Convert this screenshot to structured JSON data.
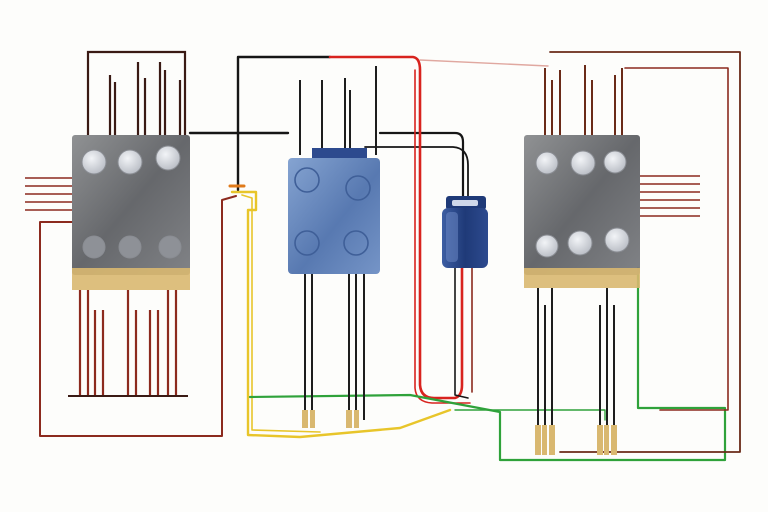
{
  "scene": {
    "background": "#fdfdfb",
    "colors": {
      "block_gray": "#6e7073",
      "block_blue": "#5d7fb6",
      "block_base": "#d9b870",
      "capacitor": "#2d4a8e",
      "wire_black": "#161616",
      "wire_red": "#d8231e",
      "wire_maroon": "#8c2a1e",
      "wire_yellow": "#e8c52a",
      "wire_green": "#2fa23a",
      "wire_brown": "#6a2a18",
      "terminal_light": "#dadde2"
    },
    "components": [
      {
        "kind": "contactor",
        "name": "left-contactor-block"
      },
      {
        "kind": "relay",
        "name": "center-relay-block"
      },
      {
        "kind": "capacitor",
        "name": "capacitor"
      },
      {
        "kind": "contactor",
        "name": "right-contactor-block"
      }
    ]
  }
}
